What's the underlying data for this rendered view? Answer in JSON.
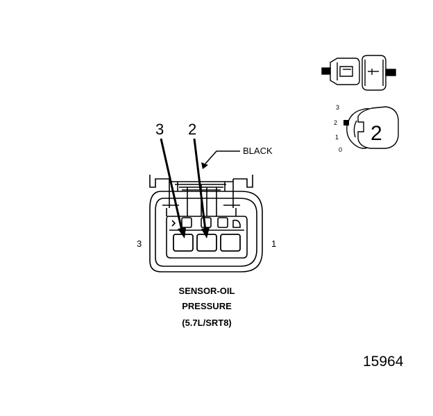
{
  "connector": {
    "wire_color": "BLACK",
    "cavity_callouts": [
      "3",
      "2"
    ],
    "side_left": "3",
    "side_right": "1",
    "caption_lines": [
      "SENSOR-OIL",
      "PRESSURE",
      "(5.7L/SRT8)"
    ]
  },
  "inset": {
    "position_marks": [
      "3",
      "2",
      "1",
      "0"
    ],
    "position_number": "2"
  },
  "figure_number": "15964"
}
